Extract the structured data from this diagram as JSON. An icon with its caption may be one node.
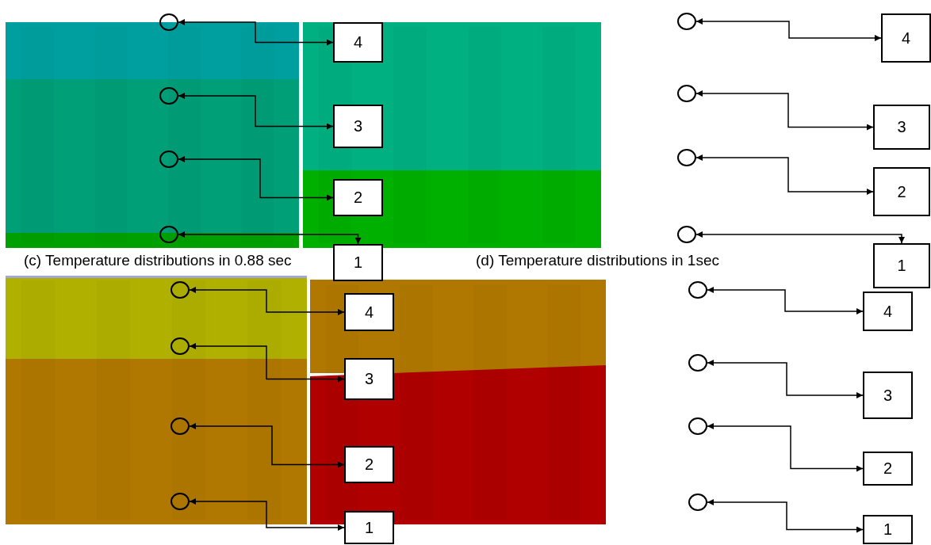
{
  "diagram": {
    "nodes": [
      {
        "text": [],
        "shape": "circle"
      },
      {
        "text": [
          "4"
        ]
      },
      {
        "text": [],
        "shape": "circle"
      },
      {
        "text": [
          "3"
        ]
      },
      {
        "text": [],
        "shape": "circle"
      },
      {
        "text": [
          "2"
        ]
      },
      {
        "text": [],
        "shape": "circle"
      },
      {
        "text": [
          "1"
        ]
      },
      {
        "text": [],
        "shape": "circle"
      },
      {
        "text": [
          "4"
        ]
      },
      {
        "text": [],
        "shape": "circle"
      },
      {
        "text": [
          "3"
        ]
      },
      {
        "text": [],
        "shape": "circle"
      },
      {
        "text": [
          "2"
        ]
      },
      {
        "text": [],
        "shape": "circle"
      },
      {
        "text": [
          "1"
        ]
      },
      {
        "text": [],
        "shape": "circle"
      },
      {
        "text": [
          "4"
        ]
      },
      {
        "text": [],
        "shape": "circle"
      },
      {
        "text": [
          "3"
        ]
      },
      {
        "text": [],
        "shape": "circle"
      },
      {
        "text": [
          "2"
        ]
      },
      {
        "text": [],
        "shape": "circle"
      },
      {
        "text": [
          "1"
        ]
      },
      {
        "text": [],
        "shape": "circle"
      },
      {
        "text": [
          "4"
        ]
      },
      {
        "text": [],
        "shape": "circle"
      },
      {
        "text": [
          "3"
        ]
      },
      {
        "text": [],
        "shape": "circle"
      },
      {
        "text": [
          "2"
        ]
      },
      {
        "text": [],
        "shape": "circle"
      },
      {
        "text": [
          "1"
        ]
      }
    ],
    "edges": [
      {
        "from": 0,
        "to": 1,
        "arrow": "both"
      },
      {
        "from": 2,
        "to": 3,
        "arrow": "both"
      },
      {
        "from": 4,
        "to": 5,
        "arrow": "both"
      },
      {
        "from": 6,
        "to": 7,
        "arrow": "both"
      },
      {
        "from": 8,
        "to": 9,
        "arrow": "both"
      },
      {
        "from": 10,
        "to": 11,
        "arrow": "both"
      },
      {
        "from": 12,
        "to": 13,
        "arrow": "both"
      },
      {
        "from": 14,
        "to": 15,
        "arrow": "both"
      },
      {
        "from": 16,
        "to": 17,
        "arrow": "both"
      },
      {
        "from": 18,
        "to": 19,
        "arrow": "both"
      },
      {
        "from": 20,
        "to": 21,
        "arrow": "both"
      },
      {
        "from": 22,
        "to": 23,
        "arrow": "both"
      },
      {
        "from": 24,
        "to": 25,
        "arrow": "both"
      },
      {
        "from": 26,
        "to": 27,
        "arrow": "both"
      },
      {
        "from": 28,
        "to": 29,
        "arrow": "both"
      },
      {
        "from": 30,
        "to": 31,
        "arrow": "both"
      }
    ],
    "labels": [
      "(c) Temperature distributions in 0.88 sec",
      "(d) Temperature distributions in 1sec"
    ]
  }
}
